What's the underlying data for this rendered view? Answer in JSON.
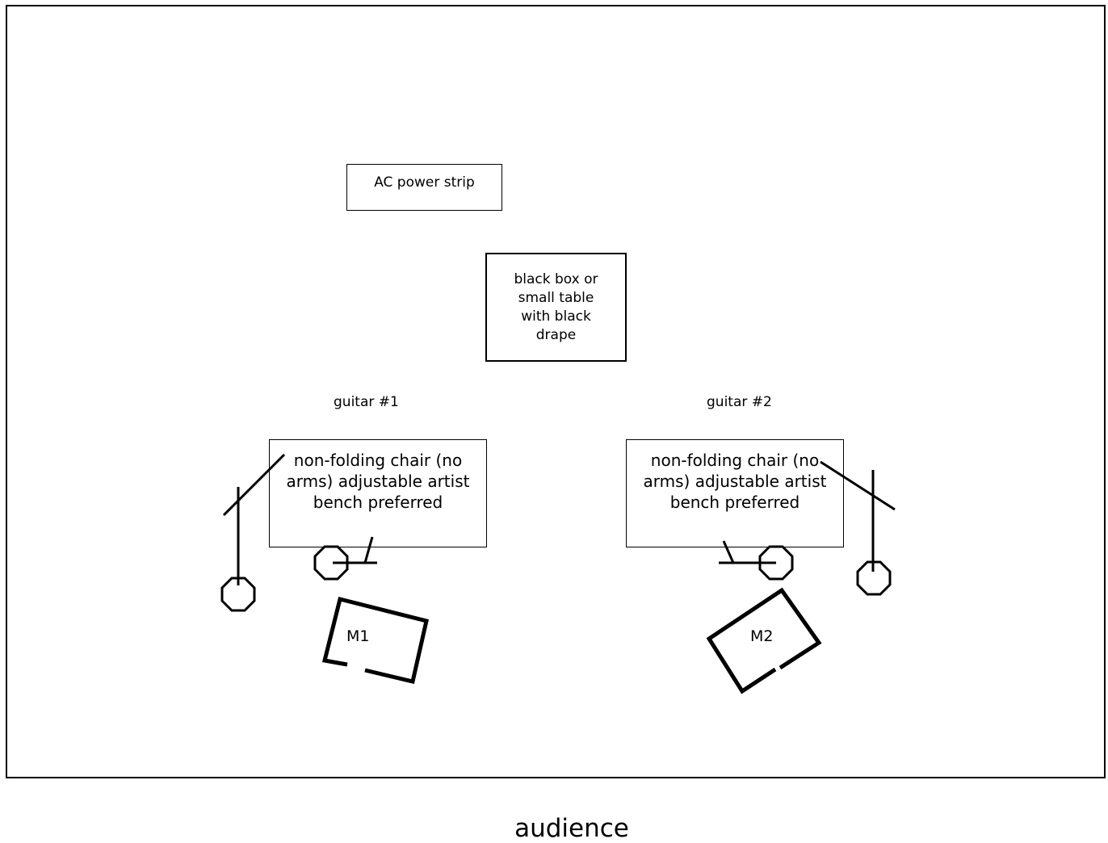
{
  "stage": {
    "power_strip": "AC power strip",
    "black_box": "black box or small table with black drape",
    "guitar_1": {
      "label": "guitar #1",
      "chair": "non-folding chair (no arms) adjustable artist bench preferred",
      "monitor": "M1"
    },
    "guitar_2": {
      "label": "guitar #2",
      "chair": "non-folding chair (no arms) adjustable artist bench preferred",
      "monitor": "M2"
    }
  },
  "audience": "audience"
}
